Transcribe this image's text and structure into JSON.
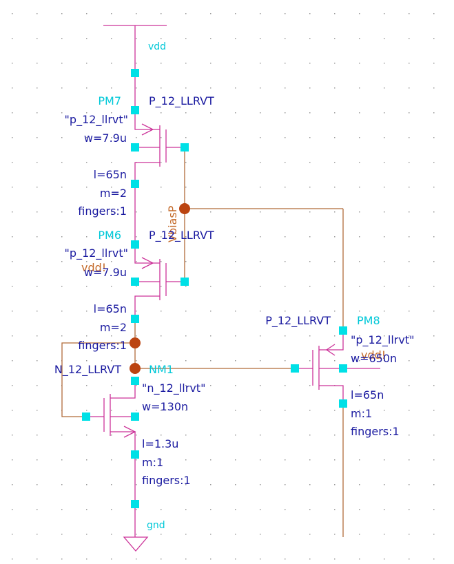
{
  "colors": {
    "background": "#ffffff",
    "grid_dot": "#9a9a9a",
    "device_magenta": "#cc3399",
    "wire_brown": "#b06a38",
    "pin_cyan": "#00e0e6",
    "label_cyan": "#00c8d8",
    "label_navy": "#1a1aa0",
    "net_dot": "#bb4411",
    "net_label_brown": "#c46a2a"
  },
  "supply": {
    "vdd_label": "vdd",
    "gnd_label": "gnd"
  },
  "net": {
    "vbias_label": "VbiasP"
  },
  "devices": {
    "pm7": {
      "name": "PM7",
      "cell": "P_12_LLRVT",
      "model": "\"p_12_llrvt\"",
      "w": "w=7.9u",
      "l": "l=65n",
      "m": "m=2",
      "fingers": "fingers:1"
    },
    "pm6": {
      "name": "PM6",
      "cell": "P_12_LLRVT",
      "model": "\"p_12_llrvt\"",
      "w": "w=7.9u",
      "l": "l=65n",
      "m": "m=2",
      "fingers": "fingers:1",
      "body_overlay": "vdd!"
    },
    "nm1": {
      "name": "NM1",
      "cell": "N_12_LLRVT",
      "model": "\"n_12_llrvt\"",
      "w": "w=130n",
      "l": "l=1.3u",
      "m": "m:1",
      "fingers": "fingers:1"
    },
    "pm8": {
      "name": "PM8",
      "cell": "P_12_LLRVT",
      "model": "\"p_12_llrvt\"",
      "w": "w=650n",
      "l": "l=65n",
      "m": "m:1",
      "fingers": "fingers:1",
      "body_overlay": "vdd!"
    }
  }
}
